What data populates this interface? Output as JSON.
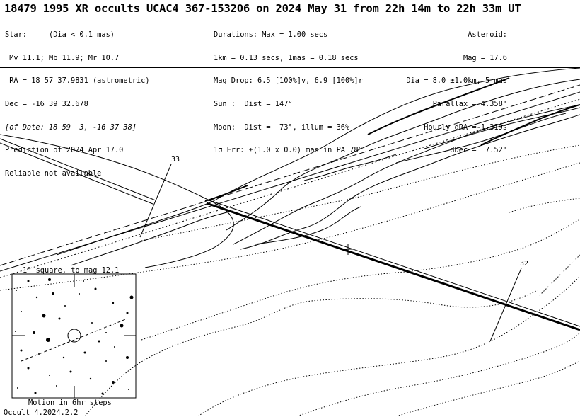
{
  "header": {
    "title": "18479 1995 XR occults UCAC4 367-153206 on 2024 May 31 from 22h 14m to 22h 33m UT",
    "star": [
      "Star:     (Dia < 0.1 mas)",
      " Mv 11.1; Mb 11.9; Mr 10.7",
      " RA = 18 57 37.9831 (astrometric)",
      "Dec = -16 39 32.678",
      "[of Date: 18 59  3, -16 37 38]",
      "Prediction of 2024 Apr 17.0",
      "Reliable not available"
    ],
    "durations": [
      "Durations: Max = 1.00 secs",
      "1km = 0.13 secs, 1mas = 0.18 secs",
      "Mag Drop: 6.5 [100%]v, 6.9 [100%]r",
      "Sun :  Dist = 147°",
      "Moon:  Dist =  73°, illum = 36%",
      "1σ Err: ±(1.0 x 0.0) mas in PA 78°"
    ],
    "asteroid": [
      "Asteroid:",
      "Mag = 17.6",
      "Dia = 8.0 ±1.0km, 5 mas",
      "Parallax = 4.358\"",
      "Hourly dRA =-1.319s",
      "dDec =  7.52\""
    ]
  },
  "map": {
    "labels": {
      "track_upper": "33",
      "track_lower": "32"
    }
  },
  "inset": {
    "title": "1° square, to mag 12.1",
    "footer": "Motion in 6hr steps"
  },
  "footer": {
    "version": "Occult 4.2024.2.2"
  }
}
